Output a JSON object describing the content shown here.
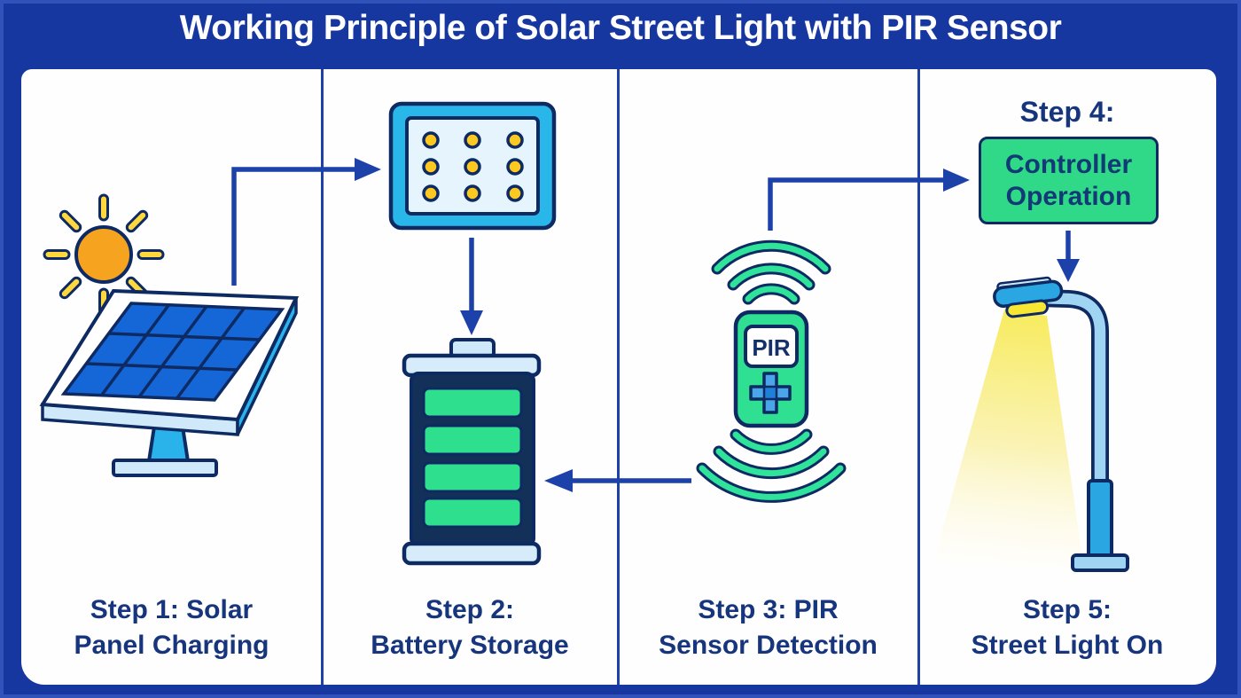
{
  "title": "Working Principle of Solar Street Light with PIR Sensor",
  "captions": {
    "step1": "Step 1: Solar\nPanel Charging",
    "step2": "Step 2:\nBattery Storage",
    "step3": "Step 3: PIR\nSensor Detection",
    "step5": "Step 5:\nStreet Light On"
  },
  "step4": {
    "heading": "Step 4:",
    "box_label": "Controller\nOperation"
  },
  "pir_sensor": {
    "label": "PIR"
  },
  "colors": {
    "background_blue": "#1737a0",
    "outline_navy": "#0e2a63",
    "arrow_blue": "#1c41a8",
    "text_navy": "#16357d",
    "green": "#2fdf8d",
    "controller_green": "#2fd988",
    "cyan": "#29b5e9",
    "panel_blue": "#1566d6",
    "dot_yellow": "#fdc820",
    "ray_yellow": "#ffd83e",
    "sun_orange": "#f6a41f",
    "light_blue": "#cfe9fa",
    "battery_body_navy": "#133059",
    "beam_yellow": "#f7ea55"
  }
}
